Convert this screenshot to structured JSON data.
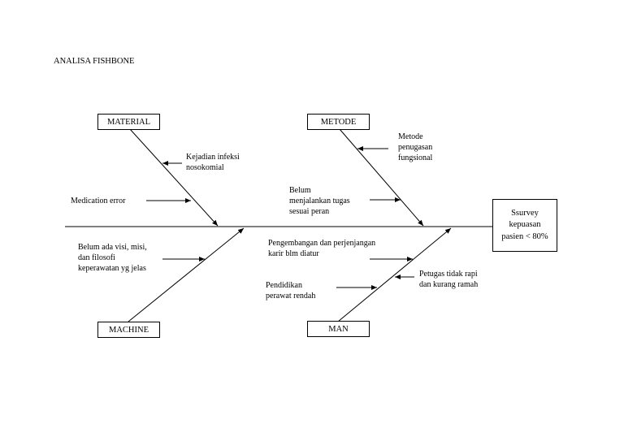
{
  "title": "ANALISA FISHBONE",
  "effect": "Ssurvey\nkepuasan\npasien < 80%",
  "categories": {
    "material": "MATERIAL",
    "metode": "METODE",
    "machine": "MACHINE",
    "man": "MAN"
  },
  "causes": {
    "material_1": "Kejadian infeksi\nnosokomial",
    "material_2": "Medication error",
    "metode_1": "Metode\npenugasan\nfungsional",
    "metode_2": "Belum\nmenjalankan tugas\nsesuai peran",
    "machine_1": "Belum ada visi, misi,\ndan filosofi\nkeperawatan yg jelas",
    "man_1": "Pengembangan dan perjenjangan\nkarir blm diatur",
    "man_2": "Petugas tidak rapi\ndan kurang ramah",
    "man_3": "Pendidikan\nperawat rendah"
  }
}
